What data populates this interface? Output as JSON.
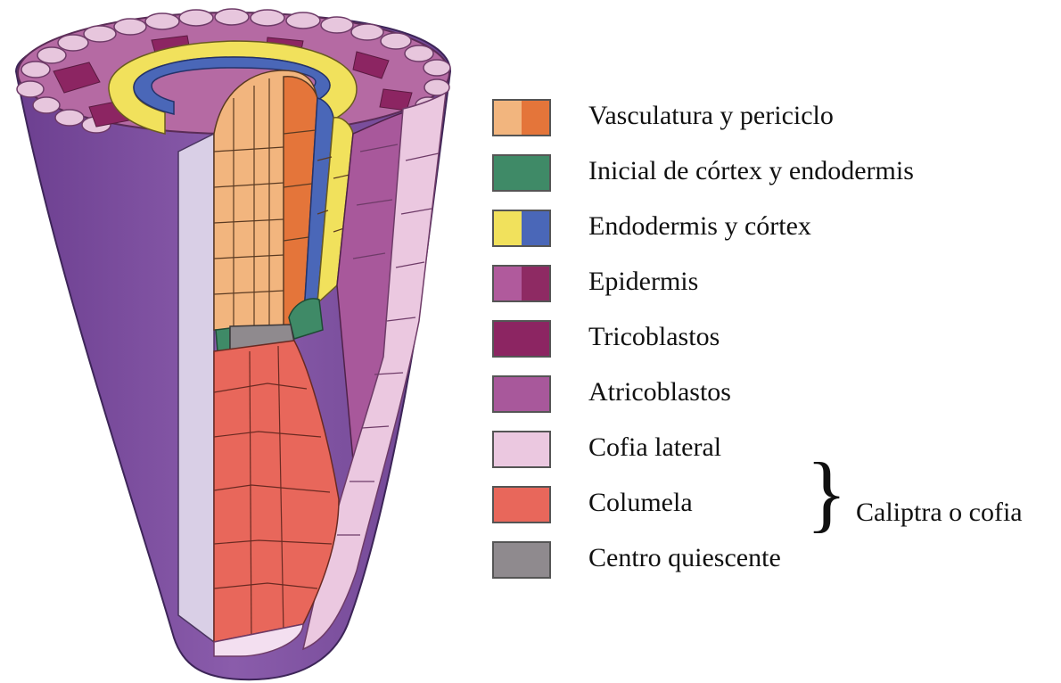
{
  "legend": [
    {
      "label": "Vasculatura y periciclo",
      "colors": [
        "#f2b57e",
        "#e4753a"
      ]
    },
    {
      "label": "Inicial de córtex y endodermis",
      "colors": [
        "#3f8a67"
      ]
    },
    {
      "label": "Endodermis y córtex",
      "colors": [
        "#f1e15c",
        "#4a67b8"
      ]
    },
    {
      "label": "Epidermis",
      "colors": [
        "#b05a9c",
        "#8e2a63"
      ]
    },
    {
      "label": "Tricoblastos",
      "colors": [
        "#8c2562"
      ]
    },
    {
      "label": "Atricoblastos",
      "colors": [
        "#a8589b"
      ]
    },
    {
      "label": "Cofia lateral",
      "colors": [
        "#ebc8e0"
      ]
    },
    {
      "label": "Columela",
      "colors": [
        "#e8675b"
      ]
    },
    {
      "label": "Centro quiescente",
      "colors": [
        "#8f8a8e"
      ]
    }
  ],
  "group": {
    "brace": "}",
    "label": "Caliptra o cofia"
  },
  "palette": {
    "outer_purple": "#7b4f9d",
    "outer_purple_dark": "#5b3479",
    "epidermis": "#a8589b",
    "tricoblast": "#8c2562",
    "lateral_cap": "#ebc8e0",
    "cortex": "#f1e15c",
    "endodermis": "#4a67b8",
    "initial": "#3f8a67",
    "vasculature": "#f2b57e",
    "pericycle": "#e4753a",
    "columella": "#e8675b",
    "quiescent": "#8f8a8e"
  }
}
